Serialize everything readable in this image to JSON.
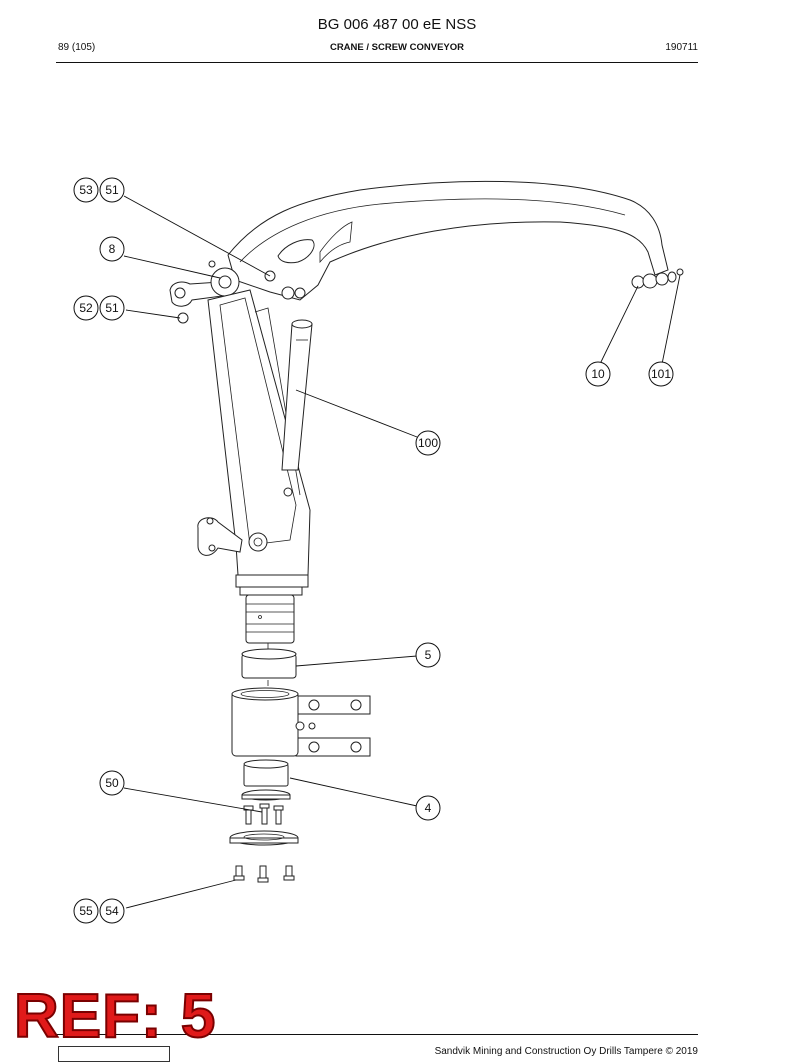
{
  "header": {
    "doc_number": "BG 006 487 00 eE NSS",
    "page": "89 (105)",
    "section": "CRANE / SCREW CONVEYOR",
    "date": "190711"
  },
  "callouts": {
    "c53": "53",
    "c51a": "51",
    "c8": "8",
    "c52": "52",
    "c51b": "51",
    "c10": "10",
    "c101": "101",
    "c100": "100",
    "c5": "5",
    "c50": "50",
    "c4": "4",
    "c55": "55",
    "c54": "54"
  },
  "stamp": "REF: 5",
  "footer": {
    "copyright": "Sandvik Mining and Construction Oy Drills Tampere © 2019"
  }
}
